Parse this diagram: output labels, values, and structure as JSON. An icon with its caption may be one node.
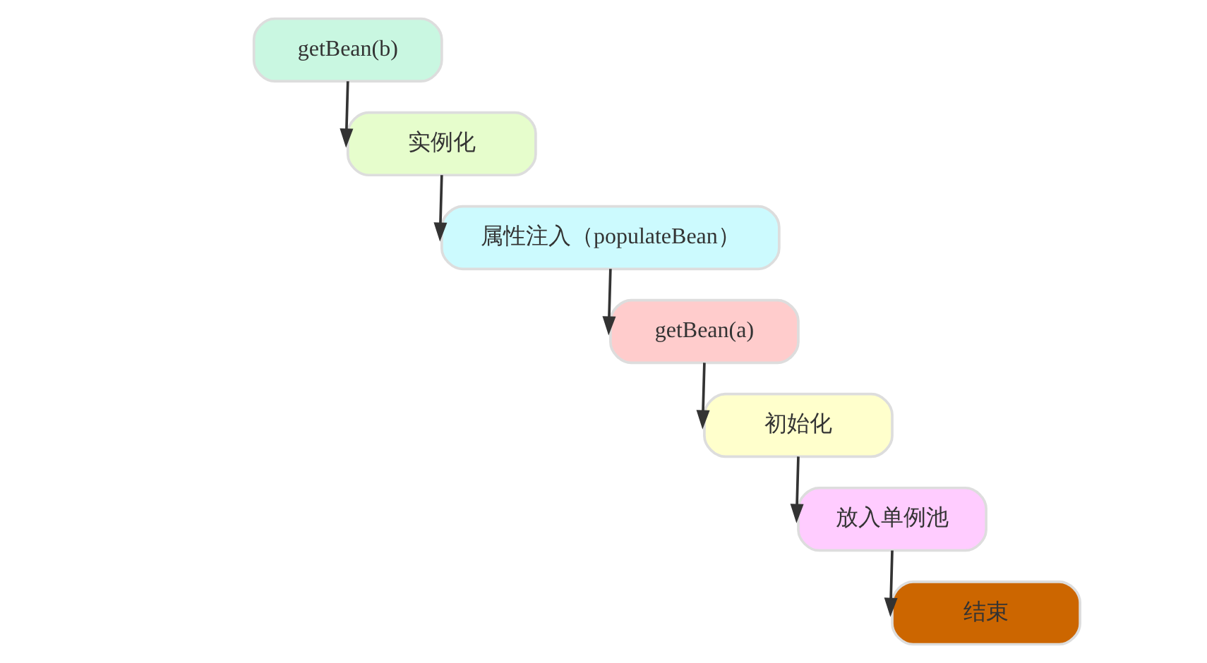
{
  "diagram": {
    "nodes": [
      {
        "text": [
          "getBean(b)"
        ]
      },
      {
        "text": [
          "实例化"
        ]
      },
      {
        "text": [
          "属性注入（populateBean）"
        ]
      },
      {
        "text": [
          "getBean(a)"
        ]
      },
      {
        "text": [
          "初始化"
        ]
      },
      {
        "text": [
          "放入单例池"
        ]
      },
      {
        "text": [
          "结束"
        ]
      }
    ],
    "edges": [
      {
        "from": 0,
        "to": 1,
        "arrow": "to"
      },
      {
        "from": 1,
        "to": 2,
        "arrow": "to"
      },
      {
        "from": 2,
        "to": 3,
        "arrow": "to"
      },
      {
        "from": 3,
        "to": 4,
        "arrow": "to"
      },
      {
        "from": 4,
        "to": 5,
        "arrow": "to"
      },
      {
        "from": 5,
        "to": 6,
        "arrow": "to"
      }
    ]
  }
}
